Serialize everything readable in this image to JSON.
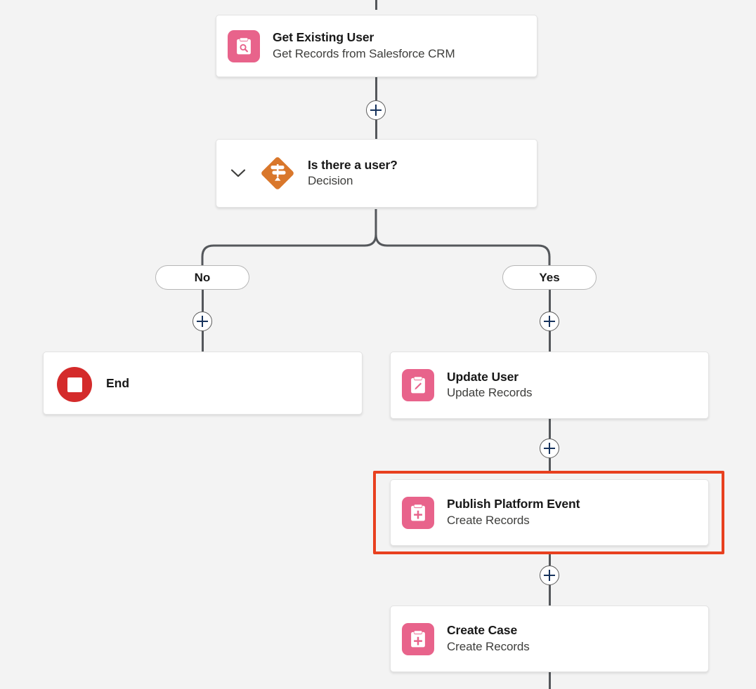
{
  "canvas": {
    "background_color": "#f3f3f3",
    "connector_color": "#54575b",
    "selection_color": "#e8401f"
  },
  "flow": {
    "nodes": [
      {
        "id": "get-existing-user",
        "title": "Get Existing User",
        "subtitle": "Get Records from Salesforce CRM",
        "icon": "clipboard-search-icon",
        "icon_color": "#e8638b",
        "selected": false
      },
      {
        "id": "is-there-a-user",
        "title": "Is there a user?",
        "subtitle": "Decision",
        "icon": "decision-diamond-signpost-icon",
        "icon_color": "#d9772b",
        "collapse_icon": "chevron-down-icon",
        "selected": false
      },
      {
        "id": "end",
        "title": "End",
        "subtitle": "",
        "icon": "stop-circle-icon",
        "icon_color": "#d42b2b",
        "selected": false
      },
      {
        "id": "update-user",
        "title": "Update User",
        "subtitle": "Update Records",
        "icon": "clipboard-pencil-icon",
        "icon_color": "#e8638b",
        "selected": false
      },
      {
        "id": "publish-platform-event",
        "title": "Publish Platform Event",
        "subtitle": "Create Records",
        "icon": "clipboard-plus-icon",
        "icon_color": "#e8638b",
        "selected": true
      },
      {
        "id": "create-case",
        "title": "Create Case",
        "subtitle": "Create Records",
        "icon": "clipboard-plus-icon",
        "icon_color": "#e8638b",
        "selected": false
      }
    ],
    "branches": [
      {
        "id": "branch-no",
        "label": "No"
      },
      {
        "id": "branch-yes",
        "label": "Yes"
      }
    ],
    "add_buttons": [
      {
        "id": "add-after-get-existing-user",
        "label": "+"
      },
      {
        "id": "add-on-no-branch",
        "label": "+"
      },
      {
        "id": "add-on-yes-branch",
        "label": "+"
      },
      {
        "id": "add-after-update-user",
        "label": "+"
      },
      {
        "id": "add-after-publish-platform-event",
        "label": "+"
      }
    ]
  }
}
